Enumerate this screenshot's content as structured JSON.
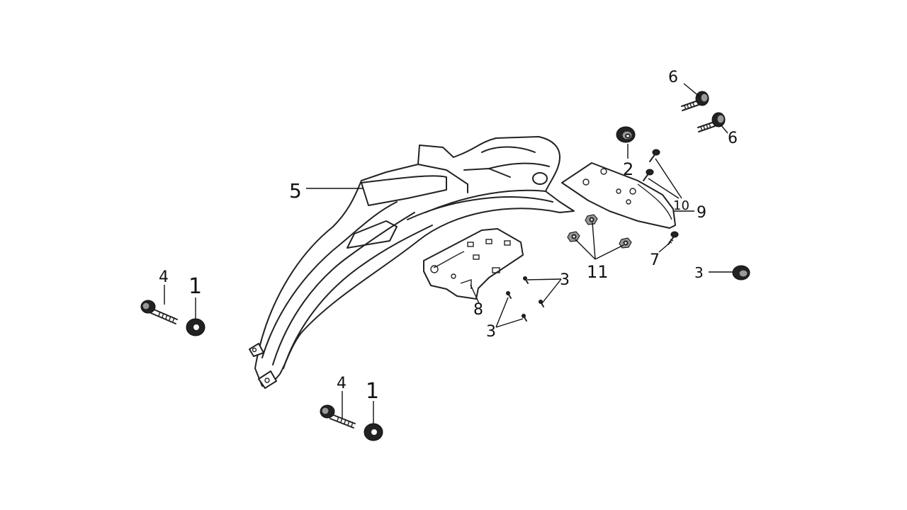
{
  "callouts": {
    "c1a": "1",
    "c1b": "1",
    "c2": "2",
    "c3a": "3",
    "c3b": "3",
    "c3c": "3",
    "c4a": "4",
    "c4b": "4",
    "c5": "5",
    "c6a": "6",
    "c6b": "6",
    "c7": "7",
    "c8": "8",
    "c9": "9",
    "c10": "10",
    "c11": "11"
  }
}
